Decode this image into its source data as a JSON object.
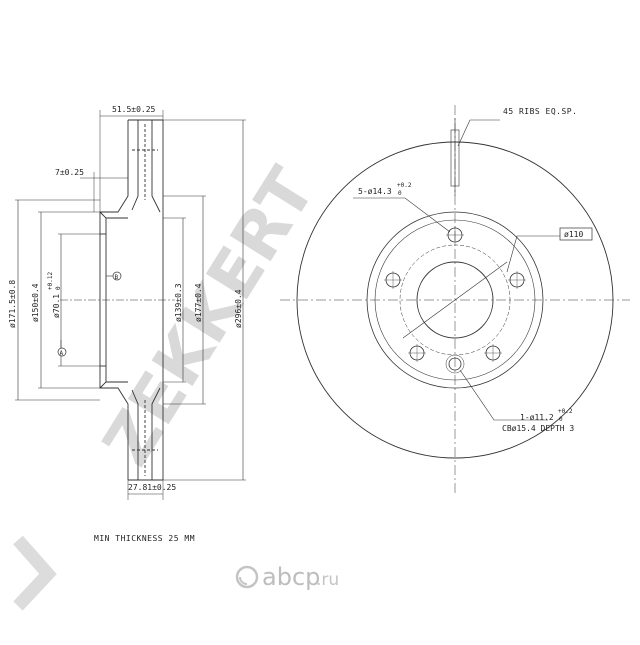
{
  "watermark": {
    "brand": "ZEKKERT",
    "site": "abcp",
    "site_tld": ".ru"
  },
  "side_view": {
    "dims": {
      "hat_offset": "51.5±0.25",
      "flange_thickness": "7±0.25",
      "d_171": "ø171.5±0.8",
      "d_150": "ø150±0.4",
      "d_70": "ø70.1",
      "d_70_tol_upper": "+0.12",
      "d_70_tol_lower": "0",
      "d_139": "ø139±0.3",
      "d_177": "ø177±0.4",
      "d_296": "ø296±0.4",
      "disc_thickness": "27.81±0.25"
    },
    "datums": [
      "A",
      "B"
    ],
    "min_thickness": "MIN THICKNESS 25 MM"
  },
  "front_view": {
    "ribs": "45 RIBS EQ.SP.",
    "bolt_holes": "5-ø14.3",
    "bolt_tol_upper": "+0.2",
    "bolt_tol_lower": "0",
    "pcd": "ø110",
    "locator_hole": "1-ø11.2",
    "locator_tol_upper": "+0.2",
    "locator_tol_lower": "0",
    "counterbore": "CBø15.4 DEPTH 3"
  }
}
